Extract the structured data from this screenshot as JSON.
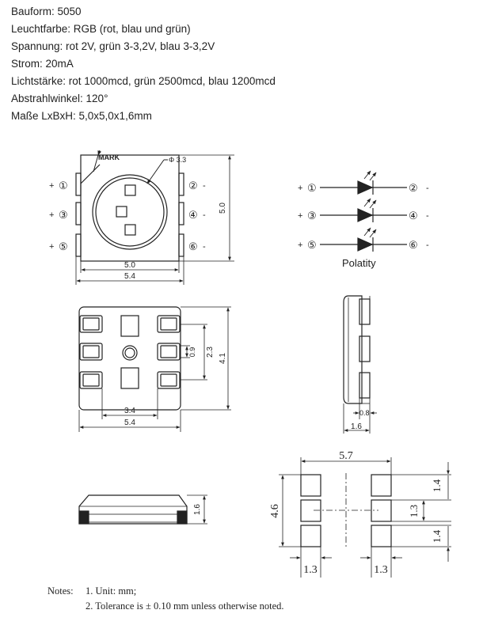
{
  "specs": [
    "Bauform:  5050",
    "Leuchtfarbe: RGB (rot,  blau und grün)",
    "Spannung: rot  2V, grün 3-3,2V,  blau 3-3,2V",
    "Strom:  20mA",
    "Lichtstärke: rot  1000mcd,  grün 2500mcd,  blau 1200mcd",
    "Abstrahlwinkel:  120°",
    "Maße LxBxH: 5,0x5,0x1,6mm"
  ],
  "top_view": {
    "mark": "MARK",
    "hole_dia": "Φ 3.3",
    "pins_left": [
      {
        "sign": "+",
        "num": "①"
      },
      {
        "sign": "+",
        "num": "③"
      },
      {
        "sign": "+",
        "num": "⑤"
      }
    ],
    "pins_right": [
      {
        "num": "②",
        "sign": "-"
      },
      {
        "num": "④",
        "sign": "-"
      },
      {
        "num": "⑥",
        "sign": "-"
      }
    ],
    "dim_inner_width": "5.0",
    "dim_outer_width": "5.4",
    "dim_height": "5.0"
  },
  "schematic": {
    "rows": [
      {
        "plus": "+",
        "left": "①",
        "right": "②",
        "minus": "-"
      },
      {
        "plus": "+",
        "left": "③",
        "right": "④",
        "minus": "-"
      },
      {
        "plus": "+",
        "left": "⑤",
        "right": "⑥",
        "minus": "-"
      }
    ],
    "label": "Polatity"
  },
  "bottom_view": {
    "dim_pad_span": "3.4",
    "dim_width": "5.4",
    "dim_pad": "0.9",
    "dim_pad_pitch": "2.3",
    "dim_height": "4.1"
  },
  "side_view": {
    "dim_pad": "0.8",
    "dim_thickness": "1.6"
  },
  "front_view": {
    "dim_height": "1.6"
  },
  "footprint": {
    "dim_width": "5.7",
    "dim_height": "4.6",
    "dim_pitch_top": "1.4",
    "dim_pad_mid": "1.3",
    "dim_pitch_bottom": "1.4",
    "dim_pad_w_left": "1.3",
    "dim_pad_w_right": "1.3"
  },
  "notes": {
    "label": "Notes:",
    "items": [
      "1. Unit: mm;",
      "2.  Tolerance is ± 0.10 mm unless otherwise noted."
    ]
  }
}
